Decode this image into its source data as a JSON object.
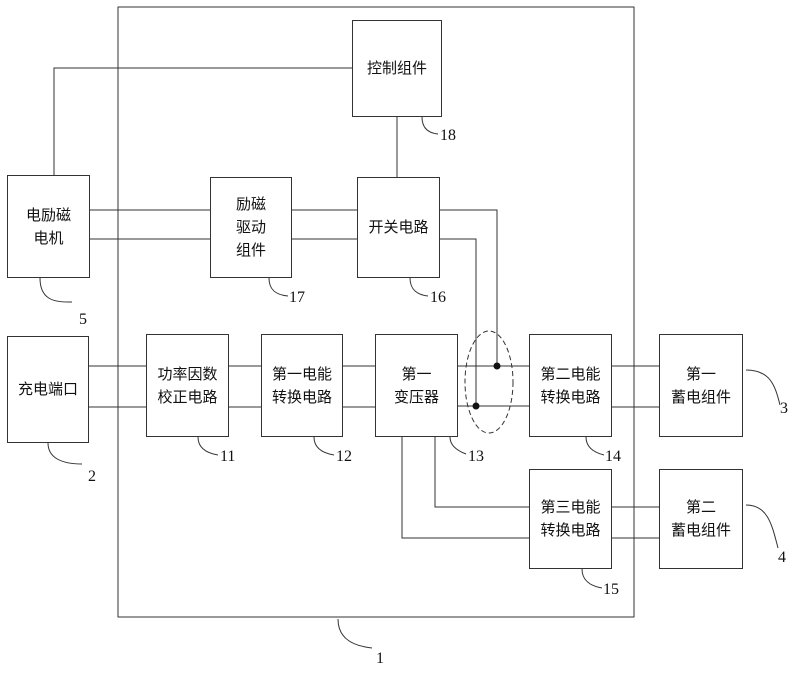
{
  "diagram": {
    "line_color": "#333333",
    "blocks": {
      "control": "控制组件",
      "motor": "电励磁\n电机",
      "excitation_driver": "励磁\n驱动\n组件",
      "switch_circuit": "开关电路",
      "charging_port": "充电端口",
      "pfc": "功率因数\n校正电路",
      "first_converter": "第一电能\n转换电路",
      "first_transformer": "第一\n变压器",
      "second_converter": "第二电能\n转换电路",
      "first_storage": "第一\n蓄电组件",
      "third_converter": "第三电能\n转换电路",
      "second_storage": "第二\n蓄电组件"
    },
    "refs": {
      "housing": "1",
      "charging_port": "2",
      "first_storage": "3",
      "second_storage": "4",
      "motor": "5",
      "pfc": "11",
      "first_converter": "12",
      "first_transformer": "13",
      "second_converter": "14",
      "third_converter": "15",
      "switch_circuit": "16",
      "excitation_driver": "17",
      "control": "18"
    }
  }
}
